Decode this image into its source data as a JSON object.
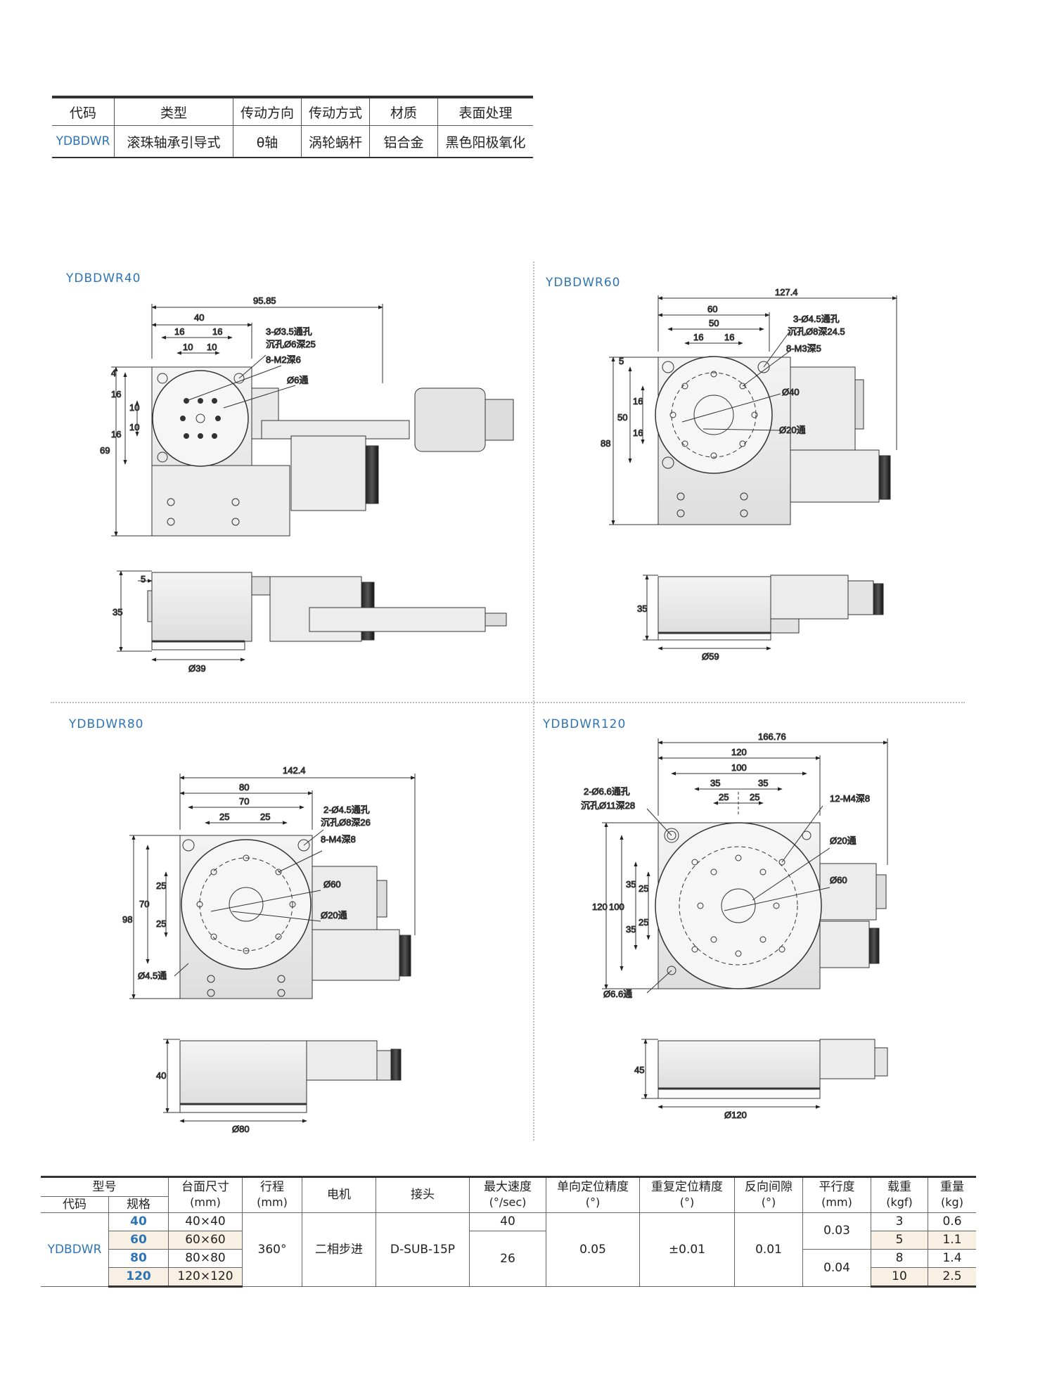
{
  "top_table": {
    "headers": [
      "代码",
      "类型",
      "传动方向",
      "传动方式",
      "材质",
      "表面处理"
    ],
    "row": [
      "YDBDWR",
      "滚珠轴承引导式",
      "θ轴",
      "涡轮蜗杆",
      "铝合金",
      "黑色阳极氧化"
    ]
  },
  "drawings": {
    "d40": {
      "title": "YDBDWR40",
      "dims": {
        "overall": "95.85",
        "w40": "40",
        "a16": "16",
        "b16": "16",
        "a10": "10",
        "b10": "10",
        "h4": "4",
        "v16a": "16",
        "v10a": "10",
        "v10b": "10",
        "v16b": "16",
        "h69": "69",
        "h5": "5",
        "h35": "35",
        "dia39": "Ø39"
      },
      "notes": [
        "3-Ø3.5通孔",
        "沉孔Ø6深25",
        "8-M2深6",
        "Ø6通"
      ]
    },
    "d60": {
      "title": "YDBDWR60",
      "dims": {
        "overall": "127.4",
        "w60": "60",
        "w50": "50",
        "a16": "16",
        "b16": "16",
        "h5": "5",
        "v16a": "16",
        "v16b": "16",
        "h50": "50",
        "h88": "88",
        "h35": "35",
        "dia59": "Ø59"
      },
      "notes": [
        "3-Ø4.5通孔",
        "沉孔Ø8深24.5",
        "8-M3深5",
        "Ø40",
        "Ø20通"
      ]
    },
    "d80": {
      "title": "YDBDWR80",
      "dims": {
        "overall": "142.4",
        "w80": "80",
        "w70": "70",
        "a25": "25",
        "b25": "25",
        "v25a": "25",
        "v25b": "25",
        "h70": "70",
        "h98": "98",
        "h40": "40",
        "dia80": "Ø80"
      },
      "notes": [
        "2-Ø4.5通孔",
        "沉孔Ø8深26",
        "8-M4深8",
        "Ø60",
        "Ø20通",
        "Ø4.5通"
      ]
    },
    "d120": {
      "title": "YDBDWR120",
      "dims": {
        "overall": "166.76",
        "w120": "120",
        "w100": "100",
        "a35": "35",
        "b35": "35",
        "a25": "25",
        "b25": "25",
        "v35a": "35",
        "v25a": "25",
        "v25b": "25",
        "v35b": "35",
        "h100": "100",
        "h120": "120",
        "h45": "45",
        "dia120": "Ø120"
      },
      "notes": [
        "2-Ø6.6通孔",
        "沉孔Ø11深28",
        "12-M4深8",
        "Ø20通",
        "Ø60",
        "Ø6.6通"
      ]
    }
  },
  "spec_table": {
    "group_header": "型号",
    "col_code": "代码",
    "col_spec": "规格",
    "headers": [
      {
        "l1": "台面尺寸",
        "l2": "(mm)"
      },
      {
        "l1": "行程",
        "l2": "(mm)"
      },
      {
        "l1": "电机",
        "l2": ""
      },
      {
        "l1": "接头",
        "l2": ""
      },
      {
        "l1": "最大速度",
        "l2": "(°/sec)"
      },
      {
        "l1": "单向定位精度",
        "l2": "(°)"
      },
      {
        "l1": "重复定位精度",
        "l2": "(°)"
      },
      {
        "l1": "反向间隙",
        "l2": "(°)"
      },
      {
        "l1": "平行度",
        "l2": "(mm)"
      },
      {
        "l1": "载重",
        "l2": "(kgf)"
      },
      {
        "l1": "重量",
        "l2": "(kg)"
      }
    ],
    "code": "YDBDWR",
    "travel": "360°",
    "motor": "二相步进",
    "connector": "D-SUB-15P",
    "speed_a": "40",
    "speed_b": "26",
    "uni_accuracy": "0.05",
    "repeat_accuracy": "±0.01",
    "backlash": "0.01",
    "parallel_a": "0.03",
    "parallel_b": "0.04",
    "rows": [
      {
        "spec": "40",
        "size": "40×40",
        "load": "3",
        "weight": "0.6"
      },
      {
        "spec": "60",
        "size": "60×60",
        "load": "5",
        "weight": "1.1"
      },
      {
        "spec": "80",
        "size": "80×80",
        "load": "8",
        "weight": "1.4"
      },
      {
        "spec": "120",
        "size": "120×120",
        "load": "10",
        "weight": "2.5"
      }
    ]
  }
}
